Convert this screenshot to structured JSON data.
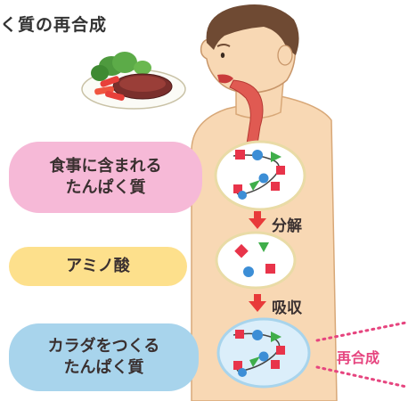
{
  "title": "く質の再合成",
  "stages": [
    {
      "line1": "食事に含まれる",
      "line2": "たんぱく質"
    },
    {
      "line1": "アミノ酸"
    },
    {
      "line1": "カラダをつくる",
      "line2": "たんぱく質"
    }
  ],
  "steps": [
    "分解",
    "吸収"
  ],
  "resynthesis_label": "再合成",
  "colors": {
    "pink": "#f6b9d7",
    "yellow": "#fde08c",
    "blue": "#a8d4ec",
    "arrow": "#e83a3a",
    "body": "#f8d8b4",
    "red_shape": "#e8344a",
    "green_shape": "#3fae4a",
    "blue_shape": "#3c8ed6",
    "magenta": "#e6457f"
  }
}
